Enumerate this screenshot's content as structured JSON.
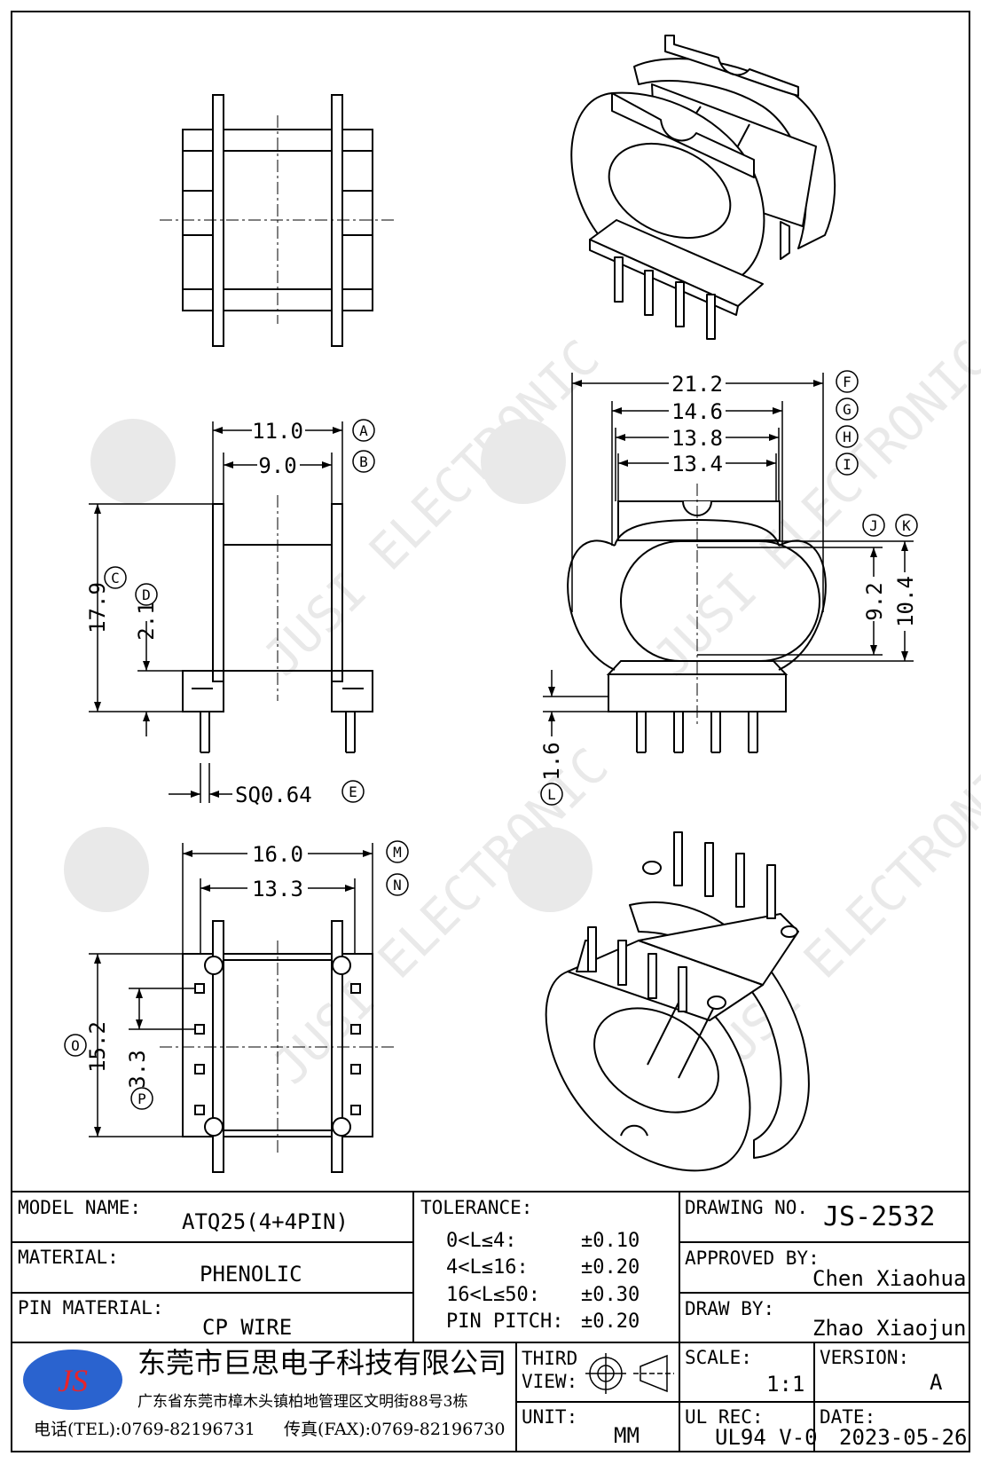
{
  "dims": {
    "A": {
      "value": "11.0",
      "ref": "A"
    },
    "B": {
      "value": "9.0",
      "ref": "B"
    },
    "C": {
      "value": "17.9",
      "ref": "C"
    },
    "D": {
      "value": "2.1",
      "ref": "D"
    },
    "E": {
      "value": "SQ0.64",
      "ref": "E"
    },
    "F": {
      "value": "21.2",
      "ref": "F"
    },
    "G": {
      "value": "14.6",
      "ref": "G"
    },
    "H": {
      "value": "13.8",
      "ref": "H"
    },
    "I": {
      "value": "13.4",
      "ref": "I"
    },
    "J": {
      "ref": "J"
    },
    "K": {
      "ref": "K"
    },
    "JK_inner": "9.2",
    "JK_outer": "10.4",
    "L": {
      "value": "1.6",
      "ref": "L"
    },
    "M": {
      "value": "16.0",
      "ref": "M"
    },
    "N": {
      "value": "13.3",
      "ref": "N"
    },
    "O": {
      "value": "15.2",
      "ref": "O"
    },
    "P": {
      "value": "3.3",
      "ref": "P"
    }
  },
  "watermark": {
    "brand": "JS",
    "text": "JUSI ELECTRONIC"
  },
  "title_block": {
    "model_label": "MODEL NAME:",
    "model_value": "ATQ25(4+4PIN)",
    "material_label": "MATERIAL:",
    "material_value": "PHENOLIC",
    "pin_material_label": "PIN MATERIAL:",
    "pin_material_value": "CP WIRE",
    "tolerance_label": "TOLERANCE:",
    "tolerances": [
      {
        "range": "0<L≤4:",
        "value": "±0.10"
      },
      {
        "range": "4<L≤16:",
        "value": "±0.20"
      },
      {
        "range": "16<L≤50:",
        "value": "±0.30"
      },
      {
        "range": "PIN PITCH:",
        "value": "±0.20"
      }
    ],
    "drawing_no_label": "DRAWING NO.",
    "drawing_no_value": "JS-2532",
    "approved_label": "APPROVED BY:",
    "approved_value": "Chen Xiaohua",
    "draw_label": "DRAW BY:",
    "draw_value": "Zhao Xiaojun",
    "logo_text": "JS",
    "company_name": "东莞市巨思电子科技有限公司",
    "company_address": "广东省东莞市樟木头镇柏地管理区文明街88号3栋",
    "tel": "电话(TEL):0769-82196731",
    "fax": "传真(FAX):0769-82196730",
    "third_view_line1": "THIRD",
    "third_view_line2": "VIEW:",
    "unit_label": "UNIT:",
    "unit_value": "MM",
    "scale_label": "SCALE:",
    "scale_value": "1:1",
    "ul_label": "UL REC:",
    "ul_value": "UL94 V-0",
    "version_label": "VERSION:",
    "version_value": "A",
    "date_label": "DATE:",
    "date_value": "2023-05-26"
  }
}
